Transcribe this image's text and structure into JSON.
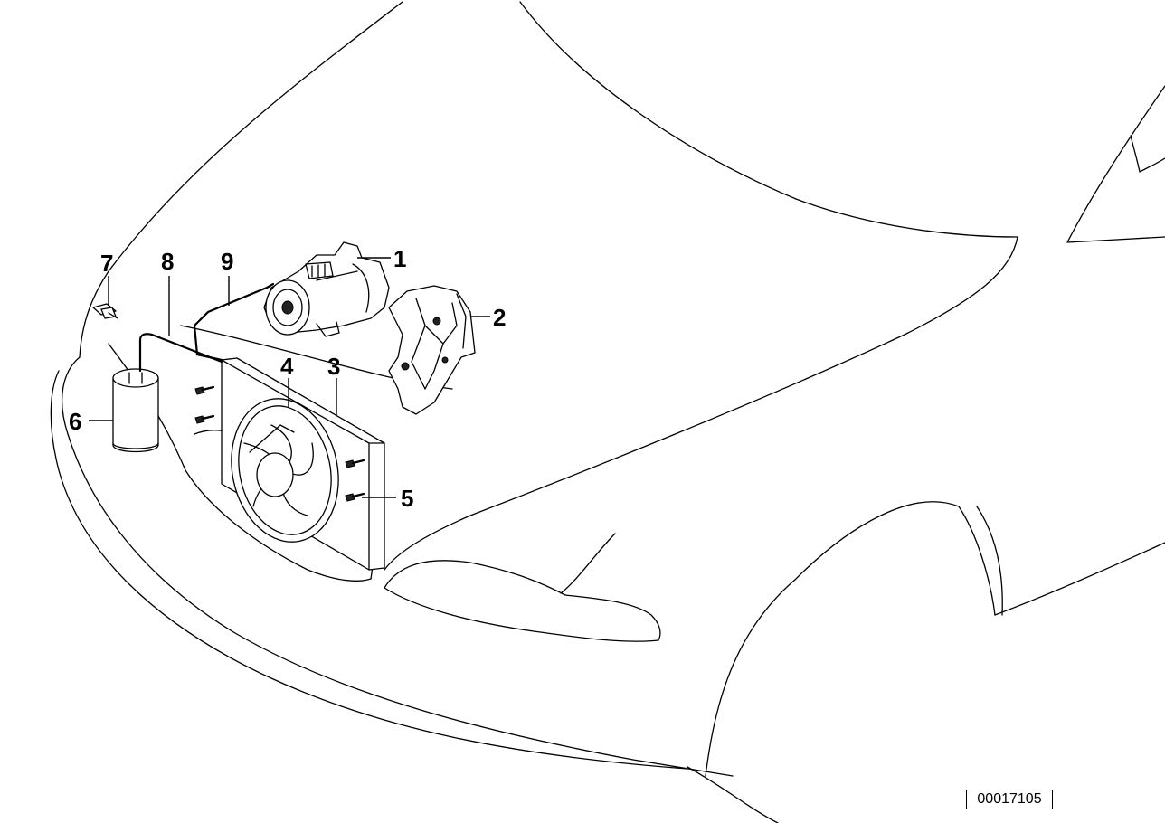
{
  "callouts": {
    "c1": "1",
    "c2": "2",
    "c3": "3",
    "c4": "4",
    "c5": "5",
    "c6": "6",
    "c7": "7",
    "c8": "8",
    "c9": "9"
  },
  "reference_number": "00017105"
}
